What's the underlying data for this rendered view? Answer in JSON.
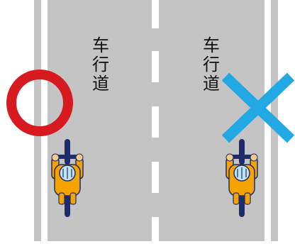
{
  "road": {
    "surface_color": "#c4c4c4",
    "edge_line_color": "#ffffff",
    "center_line_color": "#ffffff"
  },
  "labels": {
    "left": [
      "车",
      "行",
      "道"
    ],
    "right": [
      "车",
      "行",
      "道"
    ]
  },
  "marks": {
    "correct": {
      "symbol": "circle",
      "color": "#d71920"
    },
    "wrong": {
      "symbol": "cross",
      "color": "#22a8e3"
    }
  },
  "cyclists": {
    "body_color": "#f5a300",
    "helmet_color": "#bfe4f5",
    "bike_color": "#1e2c6b",
    "skin_color": "#f4c98a"
  }
}
